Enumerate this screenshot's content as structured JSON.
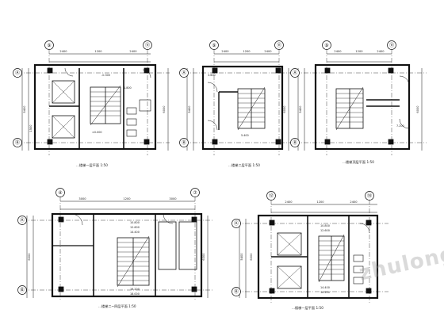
{
  "sheet": {
    "plans": [
      {
        "caption": "...楼梯一层平面  1:50",
        "axis_left": "⑨",
        "axis_right": "⑪",
        "axis_side_top": "Ⓐ",
        "axis_side_bottom": "Ⓑ",
        "levels": [
          "-0.300",
          "±0.000",
          "1.800"
        ],
        "dims_top": [
          "2400",
          "1200",
          "2400"
        ],
        "dims_side": [
          "5400",
          "6000",
          "1500"
        ]
      },
      {
        "caption": "...楼梯二层平面  1:50",
        "axis_left": "⑨",
        "axis_right": "⑪",
        "axis_side_top": "Ⓐ",
        "axis_side_bottom": "Ⓑ",
        "levels": [
          "3.600",
          "5.400"
        ],
        "dims_top": [
          "2400",
          "1200",
          "2400"
        ],
        "dims_side": [
          "5400",
          "6000"
        ]
      },
      {
        "caption": "...楼梯顶层平面  1:50",
        "axis_left": "⑨",
        "axis_right": "⑪",
        "axis_side_top": "Ⓐ",
        "axis_side_bottom": "Ⓑ",
        "levels": [
          "7.200"
        ],
        "dims_top": [
          "2400",
          "1200",
          "2400"
        ],
        "dims_side": [
          "5400",
          "6000"
        ]
      },
      {
        "caption": "...楼梯二~四层平面  1:50",
        "axis_left": "④",
        "axis_right": "⑦",
        "axis_side_top": "Ⓐ",
        "axis_side_bottom": "Ⓑ",
        "levels": [
          "10.800",
          "12.600",
          "14.400",
          "16.200",
          "18.000"
        ],
        "dims_top": [
          "3000",
          "1200",
          "3000"
        ],
        "dims_side": [
          "6000",
          "6300"
        ]
      },
      {
        "caption": "...楼梯一层平面  1:50",
        "axis_left": "⑫",
        "axis_right": "⑭",
        "axis_side_top": "Ⓐ",
        "axis_side_bottom": "Ⓑ",
        "levels": [
          "10.800",
          "12.600",
          "14.400",
          "16.200"
        ],
        "dims_top": [
          "2400",
          "1200",
          "2400"
        ],
        "dims_side": [
          "5400",
          "6000"
        ]
      }
    ]
  },
  "watermark": "zhulong"
}
